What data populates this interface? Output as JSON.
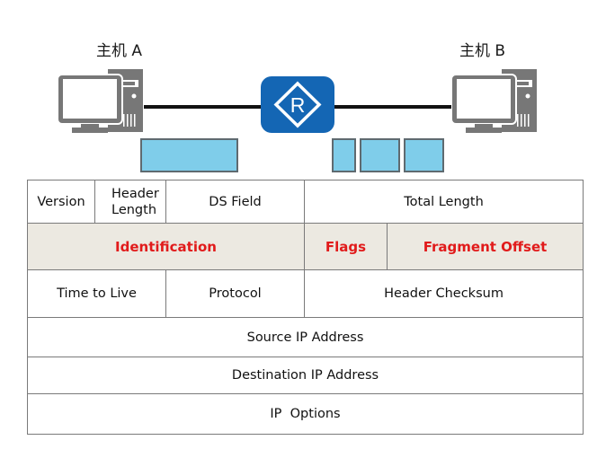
{
  "topology": {
    "host_a": {
      "label": "主机 A",
      "icon": "desktop-computer-icon"
    },
    "host_b": {
      "label": "主机 B",
      "icon": "desktop-computer-icon"
    },
    "router": {
      "icon": "router-icon",
      "glyph": "R"
    },
    "packets_left": 1,
    "packets_right": 3,
    "colors": {
      "router": "#1466b4",
      "packet": "#7fcdea",
      "computer": "#777777",
      "link": "#111111"
    }
  },
  "ip_header": {
    "highlight_color": "#e11b1b",
    "highlight_bg": "#ece9e1",
    "rows": [
      {
        "cells": [
          {
            "label": "Version"
          },
          {
            "label": "Header Length"
          },
          {
            "label": "DS Field"
          },
          {
            "label": "Total Length"
          }
        ]
      },
      {
        "cells": [
          {
            "label": "Identification",
            "highlight": true
          },
          {
            "label": "Flags",
            "highlight": true
          },
          {
            "label": "Fragment Offset",
            "highlight": true
          }
        ]
      },
      {
        "cells": [
          {
            "label": "Time to Live"
          },
          {
            "label": "Protocol"
          },
          {
            "label": "Header Checksum"
          }
        ]
      },
      {
        "cells": [
          {
            "label": "Source IP Address"
          }
        ]
      },
      {
        "cells": [
          {
            "label": "Destination IP Address"
          }
        ]
      },
      {
        "cells": [
          {
            "label": "IP  Options"
          }
        ]
      }
    ]
  }
}
